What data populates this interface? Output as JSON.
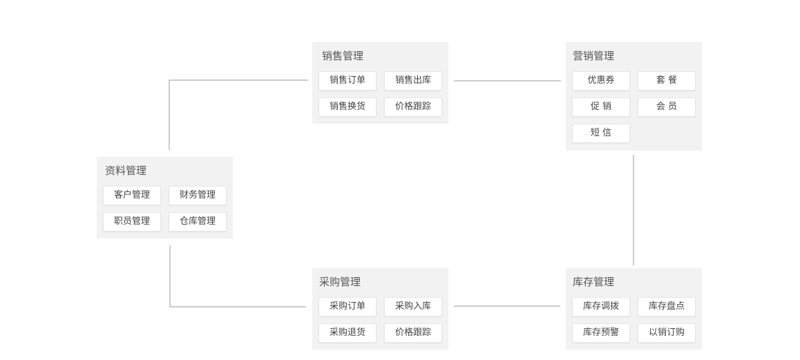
{
  "colors": {
    "panel_bg": "#f2f2f2",
    "button_bg": "#ffffff",
    "connector": "#999999",
    "title_text": "#555555",
    "button_text": "#444444"
  },
  "modules": {
    "data_mgmt": {
      "title": "资料管理",
      "items": [
        "客户管理",
        "财务管理",
        "职员管理",
        "仓库管理"
      ]
    },
    "sales_mgmt": {
      "title": "销售管理",
      "items": [
        "销售订单",
        "销售出库",
        "销售换货",
        "价格跟踪"
      ]
    },
    "marketing_mgmt": {
      "title": "营销管理",
      "items": [
        "优惠券",
        "套 餐",
        "促 销",
        "会 员",
        "短 信"
      ]
    },
    "purchase_mgmt": {
      "title": "采购管理",
      "items": [
        "采购订单",
        "采购入库",
        "采购退货",
        "价格跟踪"
      ]
    },
    "inventory_mgmt": {
      "title": "库存管理",
      "items": [
        "库存调拨",
        "库存盘点",
        "库存预警",
        "以销订购"
      ]
    }
  }
}
